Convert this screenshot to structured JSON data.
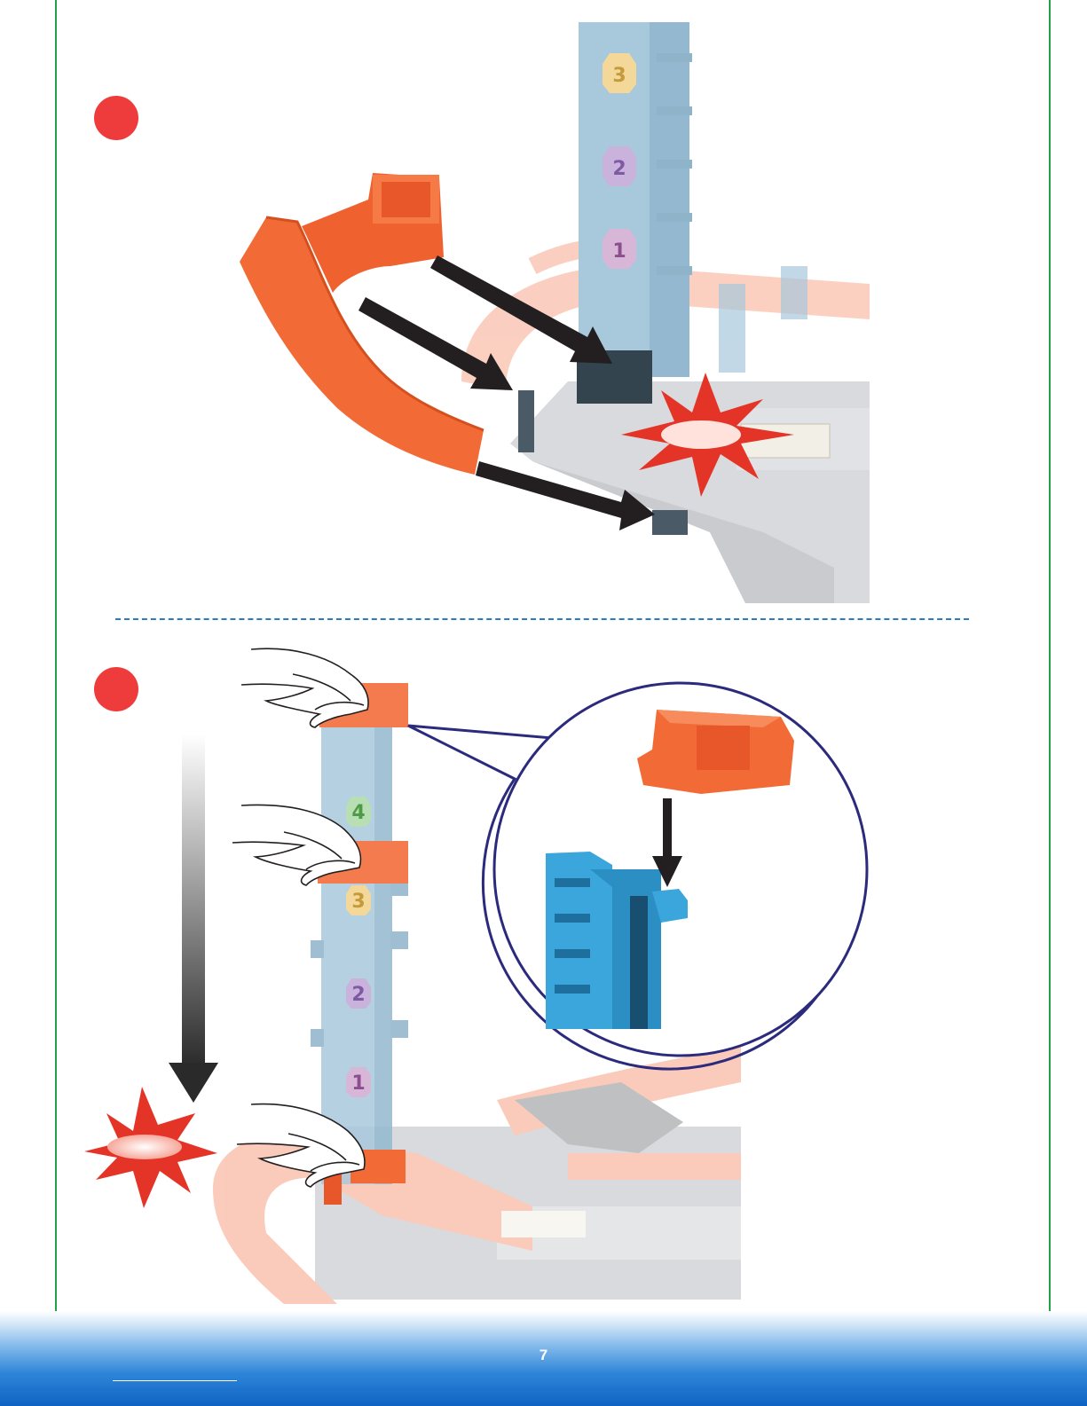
{
  "page": {
    "number": "7"
  },
  "steps": [
    {
      "id": "step-1"
    },
    {
      "id": "step-2"
    }
  ],
  "tower_level_labels_step1": [
    "3",
    "2",
    "1"
  ],
  "tower_level_labels_step2": [
    "4",
    "3",
    "2",
    "1"
  ],
  "colors": {
    "frame": "#22a14a",
    "step_dot": "#ee3b3b",
    "track_orange": "#f26a36",
    "tower_blue": "#a8c8dc",
    "arrow": "#231f20",
    "divider": "#2a7bc0",
    "footer_blue": "#0e63c2",
    "zoom_circle": "#2b2a7c"
  },
  "icons": [
    "arrow-icon",
    "hand-icon",
    "burst-icon",
    "zoom-callout-icon"
  ]
}
